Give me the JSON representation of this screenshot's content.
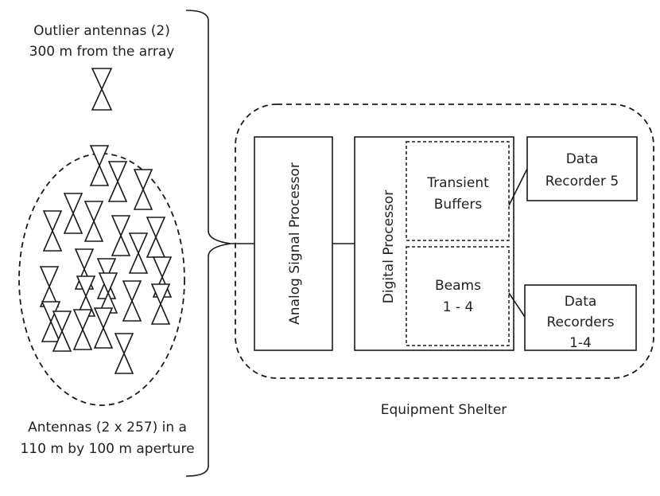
{
  "outlier": {
    "line1": "Outlier antennas (2)",
    "line2": "300 m from the array"
  },
  "array": {
    "line1": "Antennas (2 x 257) in a",
    "line2": "110 m by 100 m aperture"
  },
  "asp": {
    "label": "Analog Signal Processor"
  },
  "dp": {
    "label": "Digital Processor"
  },
  "buffers": {
    "line1": "Transient",
    "line2": "Buffers"
  },
  "beams": {
    "line1": "Beams",
    "line2": "1 - 4"
  },
  "rec5": {
    "line1": "Data",
    "line2": "Recorder 5"
  },
  "rec14": {
    "line1": "Data",
    "line2": "Recorders",
    "line3": "1-4"
  },
  "shelter": {
    "label": "Equipment Shelter"
  }
}
